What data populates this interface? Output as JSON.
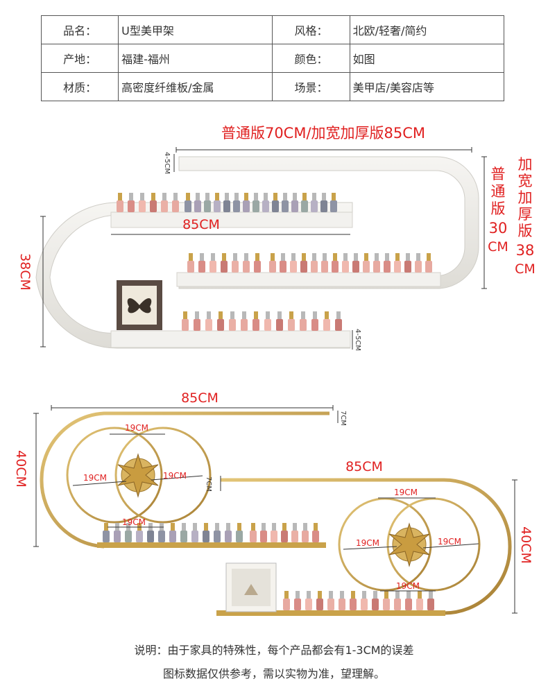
{
  "specs": [
    {
      "k1": "品名：",
      "v1": "U型美甲架",
      "k2": "风格：",
      "v2": "北欧/轻奢/简约"
    },
    {
      "k1": "产地：",
      "v1": "福建-福州",
      "k2": "颜色：",
      "v2": "如图"
    },
    {
      "k1": "材质：",
      "v1": "高密度纤维板/金属",
      "k2": "场景：",
      "v2": "美甲店/美容店等"
    }
  ],
  "white_shelf": {
    "width_label": "普通版70CM/加宽加厚版85CM",
    "thickness_top": "4-5CM",
    "thickness_bottom": "4-5CM",
    "inner_width": "85CM",
    "height": "38CM",
    "normal_label": [
      "普",
      "通",
      "版",
      "30",
      "CM"
    ],
    "thick_label": [
      "加",
      "宽",
      "加",
      "厚",
      "版",
      "38",
      "CM"
    ]
  },
  "gold_left": {
    "width": "85CM",
    "height": "40CM",
    "bar": "7CM",
    "d_top": "19CM",
    "d_left": "19CM",
    "d_right": "19CM",
    "d_bottom": "19CM"
  },
  "gold_right": {
    "width": "85CM",
    "height": "40CM",
    "bar": "7CM",
    "d_top": "19CM",
    "d_left": "19CM",
    "d_right": "19CM",
    "d_bottom": "19CM"
  },
  "notes": {
    "line1": "说明：由于家具的特殊性，每个产品都会有1-3CM的误差",
    "line2": "图标数据仅供参考，需以实物为准，望理解。"
  },
  "colors": {
    "red": "#e02020",
    "gold": "#c9a24a",
    "shelf": "#efeeea",
    "shelf_edge": "#d4d2cc"
  }
}
